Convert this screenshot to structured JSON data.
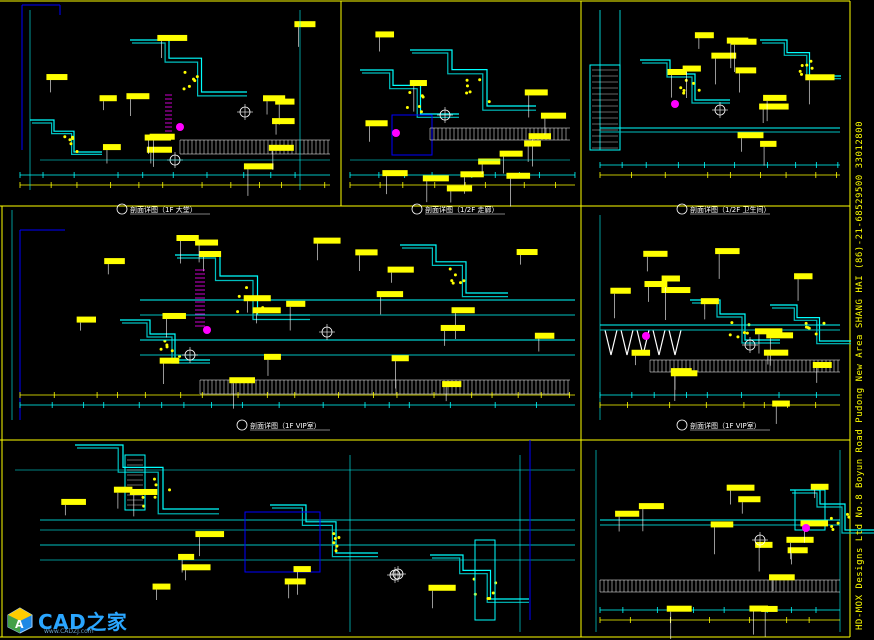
{
  "drawing": {
    "colors": {
      "background": "#000000",
      "frame": "#ffff00",
      "outline": "#00ffff",
      "detail": "#ff00ff",
      "label_fill": "#ffff00",
      "leader": "#ffffff",
      "highlight": "#0000ff",
      "secondary": "#00c0c0"
    },
    "captions": [
      {
        "label": "剖面详图（1F 大堂）"
      },
      {
        "label": "剖面详图（1/2F 走廊）"
      },
      {
        "label": "剖面详图（1/2F 卫生间）"
      },
      {
        "label": "剖面详图（1F VIP室）"
      },
      {
        "label": "剖面详图（1F VIP室）"
      }
    ],
    "strip_text": "HD-MOX Designs Ltd  No.8 Boyun Road Pudong New Area SHANG HAI (86)-21-68529500 33012800",
    "watermark": {
      "brand": "CAD之家",
      "url": "www.CADZJ.com"
    }
  }
}
